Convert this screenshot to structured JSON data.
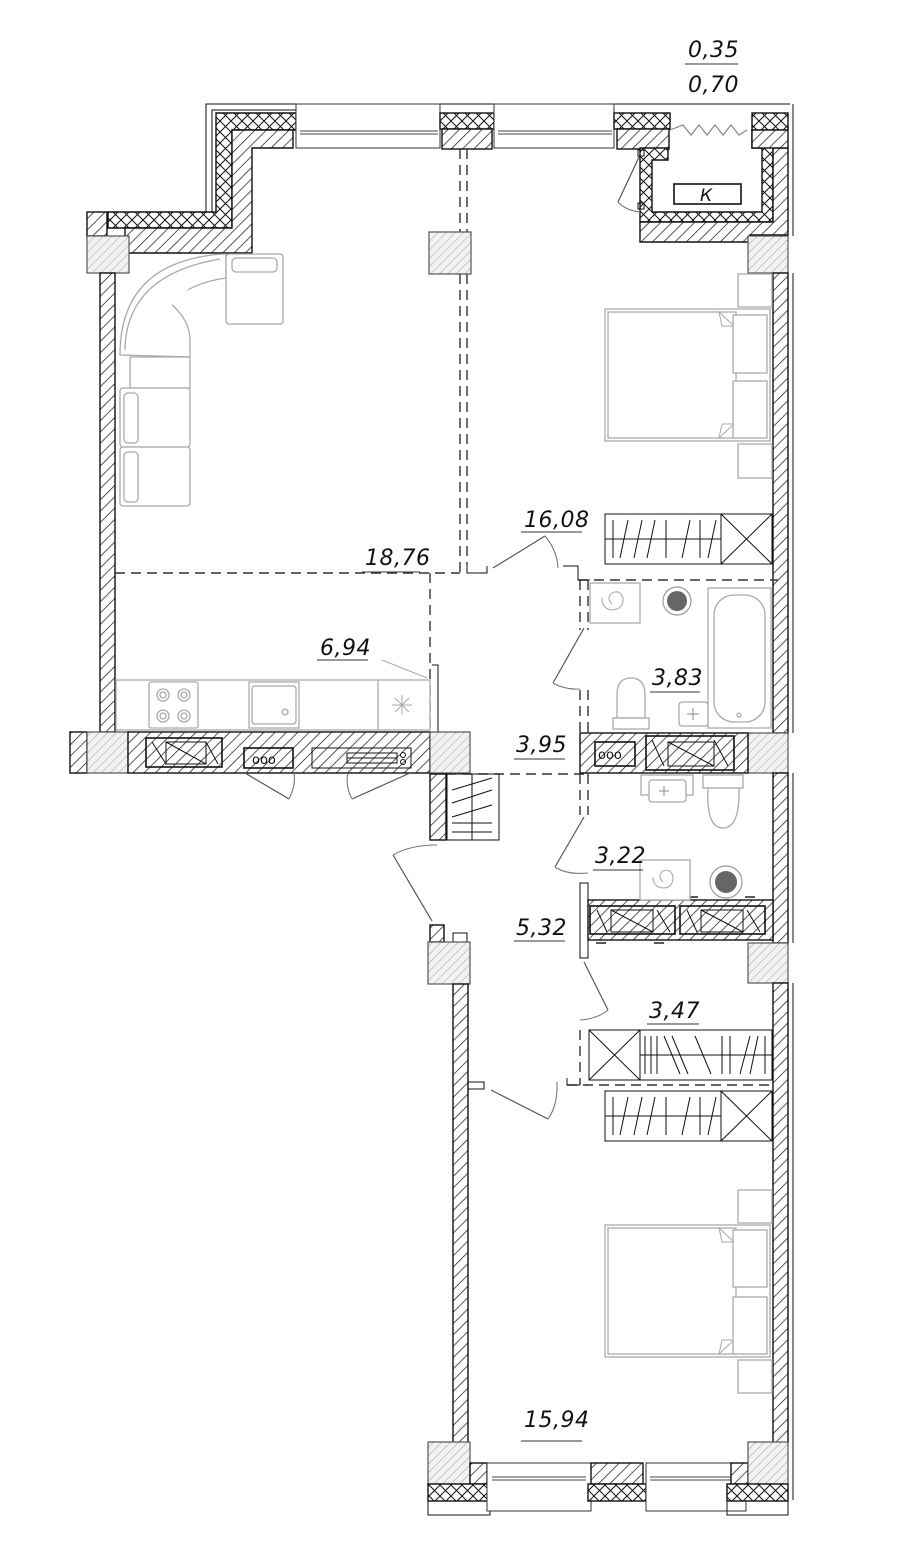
{
  "plan": {
    "type": "apartment-floor-plan",
    "balcony": {
      "area_fraction_top": "0,35",
      "area_fraction_bottom": "0,70",
      "ac_unit_label": "К"
    },
    "rooms": [
      {
        "id": "living-room",
        "area": "18,76"
      },
      {
        "id": "bedroom-1",
        "area": "16,08"
      },
      {
        "id": "kitchen",
        "area": "6,94"
      },
      {
        "id": "bathroom",
        "area": "3,83"
      },
      {
        "id": "hallway",
        "area": "3,95"
      },
      {
        "id": "toilet-laundry",
        "area": "3,22"
      },
      {
        "id": "entrance-hall",
        "area": "5,32"
      },
      {
        "id": "wardrobe-corridor",
        "area": "3,47"
      },
      {
        "id": "bedroom-2",
        "area": "15,94"
      }
    ],
    "colors": {
      "line": "#111111",
      "furniture": "#aaaaaa",
      "fixture_fill": "#666666",
      "background": "#ffffff"
    }
  }
}
